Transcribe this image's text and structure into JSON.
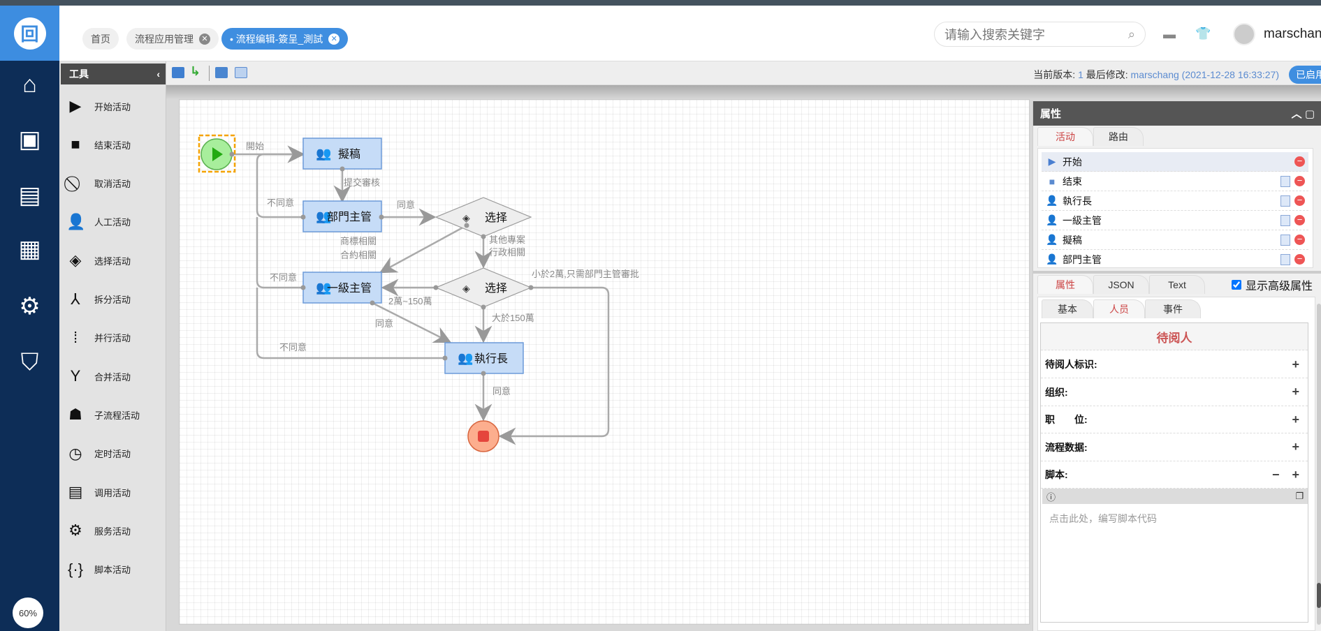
{
  "nav": {
    "zoom": "60%",
    "items": [
      "home",
      "monitor",
      "news",
      "calendar",
      "user-settings",
      "bag"
    ]
  },
  "header": {
    "tabs": [
      {
        "label": "首页",
        "closable": false
      },
      {
        "label": "流程应用管理",
        "closable": true
      },
      {
        "label": "• 流程编辑-簽呈_測試",
        "closable": true,
        "active": true
      }
    ],
    "search_placeholder": "请输入搜索关键字",
    "username": "marschang"
  },
  "tools": {
    "title": "工具",
    "items": [
      {
        "label": "开始活动",
        "icon": "▶"
      },
      {
        "label": "结束活动",
        "icon": "■"
      },
      {
        "label": "取消活动",
        "icon": "⃠"
      },
      {
        "label": "人工活动",
        "icon": "👤"
      },
      {
        "label": "选择活动",
        "icon": "◈"
      },
      {
        "label": "拆分活动",
        "icon": "⅄"
      },
      {
        "label": "并行活动",
        "icon": "⁞"
      },
      {
        "label": "合并活动",
        "icon": "Y"
      },
      {
        "label": "子流程活动",
        "icon": "☗"
      },
      {
        "label": "定时活动",
        "icon": "◷"
      },
      {
        "label": "调用活动",
        "icon": "▤"
      },
      {
        "label": "服务活动",
        "icon": "⚙"
      },
      {
        "label": "脚本活动",
        "icon": "{·}"
      }
    ]
  },
  "toolbar": {
    "version_label": "当前版本:",
    "version": "1",
    "modified_label": "最后修改:",
    "modified_by": "marschang (2021-12-28 16:33:27)",
    "enabled": "已启用"
  },
  "diagram": {
    "nodes": {
      "draft": "擬稿",
      "dept": "部門主管",
      "choice1": "选择",
      "level1": "一級主管",
      "choice2": "选择",
      "ceo": "執行長"
    },
    "edges": {
      "start": "開始",
      "submit": "提交審核",
      "dept_reject": "不同意",
      "dept_agree": "同意",
      "trademark": "商標相關",
      "contract": "合約相關",
      "other": "其他專案",
      "admin": "行政相關",
      "range": "2萬~150萬",
      "level1_reject": "不同意",
      "level1_agree": "同意",
      "over": "大於150萬",
      "under": "小於2萬,只需部門主管審批",
      "ceo_reject": "不同意",
      "ceo_agree": "同意"
    }
  },
  "panel": {
    "title": "属性",
    "tabs": [
      "活动",
      "路由"
    ],
    "activities": [
      {
        "label": "开始",
        "type": "start"
      },
      {
        "label": "结束",
        "type": "end"
      },
      {
        "label": "執行長",
        "type": "user"
      },
      {
        "label": "一級主管",
        "type": "user"
      },
      {
        "label": "擬稿",
        "type": "user"
      },
      {
        "label": "部門主管",
        "type": "user"
      }
    ],
    "prop_tabs": [
      "属性",
      "JSON",
      "Text"
    ],
    "advanced": "显示高级属性",
    "sub_tabs": [
      "基本",
      "人员",
      "事件"
    ],
    "section": "待阅人",
    "fields": [
      "待阅人标识:",
      "组织:",
      "职　　位:",
      "流程数据:",
      "脚本:"
    ],
    "script_placeholder": "点击此处，编写脚本代码"
  }
}
